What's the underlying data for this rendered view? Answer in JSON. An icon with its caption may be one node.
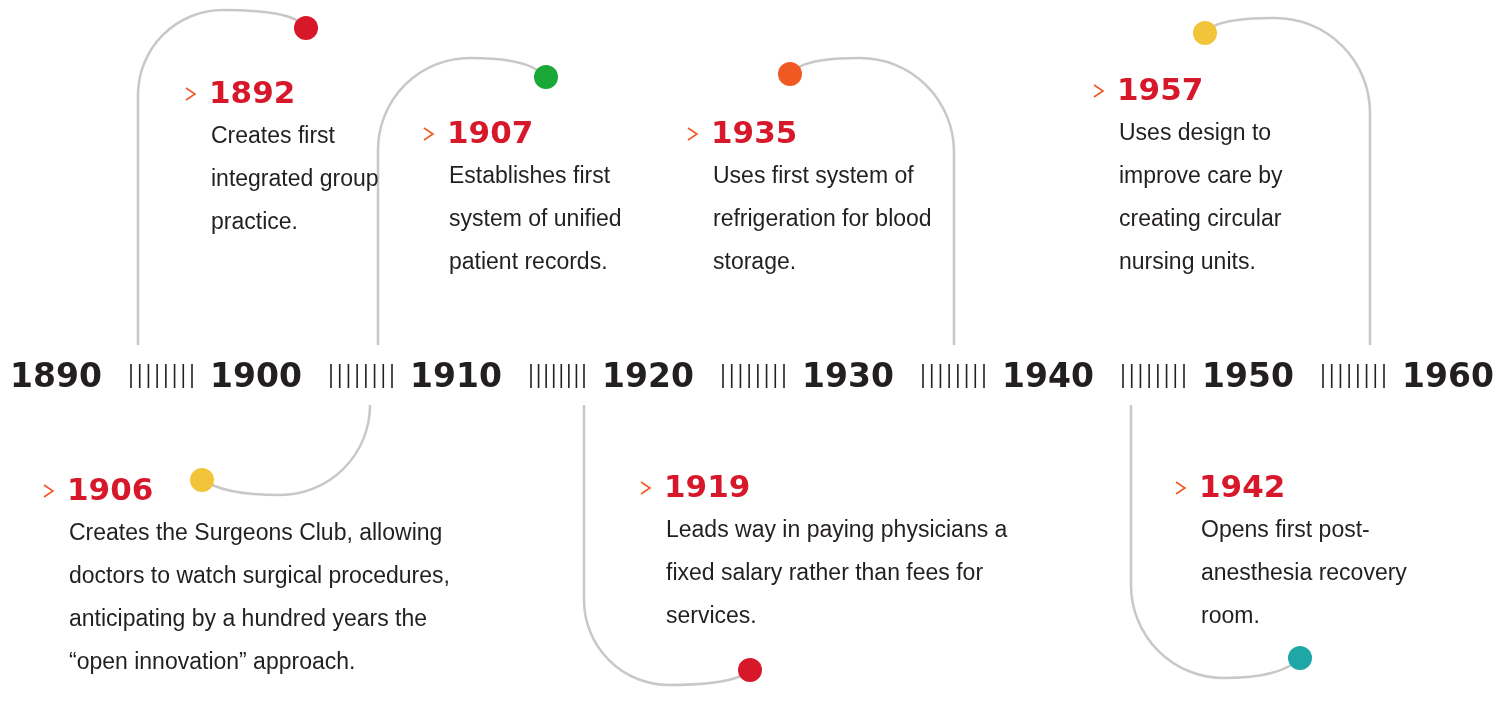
{
  "diagram": {
    "nodes": [
      {
        "text": [
          "1892",
          "Creates first integrated group practice."
        ]
      },
      {
        "text": [
          "1907",
          "Establishes first system of unified patient records."
        ]
      },
      {
        "text": [
          "1935",
          "Uses first system of refrigeration for blood storage."
        ]
      },
      {
        "text": [
          "1957",
          "Uses design to improve care by creating circular nursing units."
        ]
      },
      {
        "text": [
          "1906",
          "Creates the Surgeons Club, allowing doctors to watch surgical procedures, anticipating by a hundred years the “open innovation” approach."
        ]
      },
      {
        "text": [
          "1919",
          "Leads way in paying physicians a fixed salary rather than fees for services."
        ]
      },
      {
        "text": [
          "1942",
          "Opens first post-anesthesia recovery room."
        ]
      }
    ],
    "labels": [
      "1890",
      "1900",
      "1910",
      "1920",
      "1930",
      "1940",
      "1950",
      "1960"
    ]
  }
}
